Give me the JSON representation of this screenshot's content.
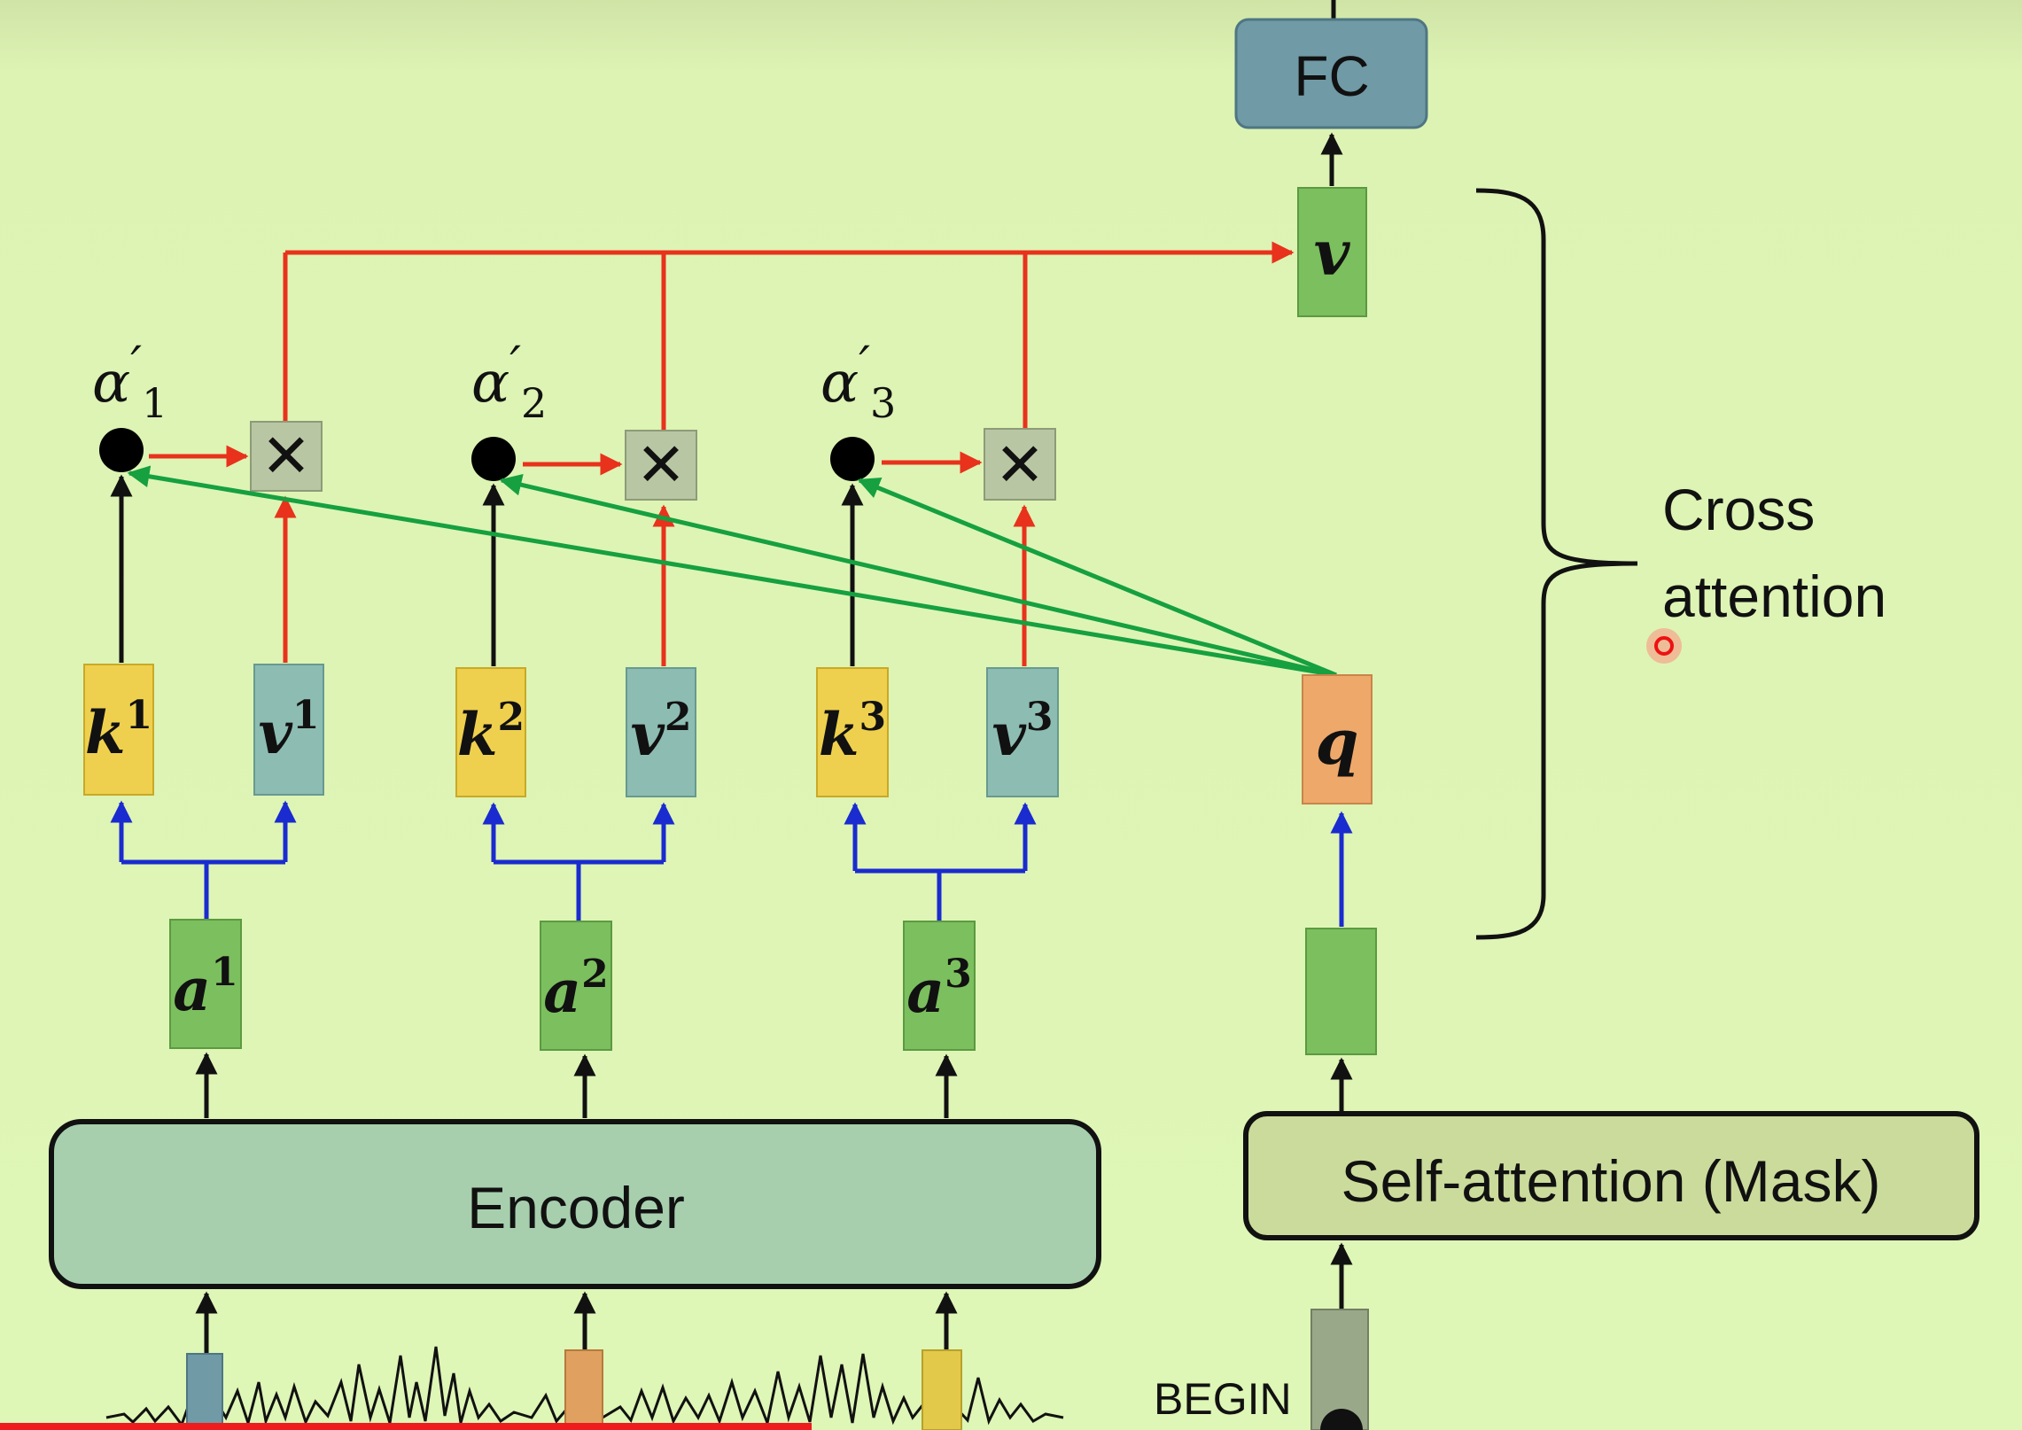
{
  "title_fc": "FC",
  "output_v": "v",
  "query": "q",
  "cross_attention": {
    "line1": "Cross",
    "line2": "attention"
  },
  "alphas": [
    {
      "base": "α",
      "prime": "′",
      "sub": "1"
    },
    {
      "base": "α",
      "prime": "′",
      "sub": "2"
    },
    {
      "base": "α",
      "prime": "′",
      "sub": "3"
    }
  ],
  "keys": [
    {
      "base": "k",
      "sup": "1"
    },
    {
      "base": "k",
      "sup": "2"
    },
    {
      "base": "k",
      "sup": "3"
    }
  ],
  "values": [
    {
      "base": "v",
      "sup": "1"
    },
    {
      "base": "v",
      "sup": "2"
    },
    {
      "base": "v",
      "sup": "3"
    }
  ],
  "inputs": [
    {
      "base": "a",
      "sup": "1"
    },
    {
      "base": "a",
      "sup": "2"
    },
    {
      "base": "a",
      "sup": "3"
    }
  ],
  "multiply_symbol": "✕",
  "encoder_label": "Encoder",
  "self_attention_label": "Self-attention (Mask)",
  "begin_label": "BEGIN",
  "colors": {
    "key_box": "#efd04e",
    "value_box": "#8dbcb2",
    "input_box": "#7cbf5e",
    "query_box": "#eea86a",
    "fc_box": "#6f9aa6",
    "multiply_box": "#b9c6a3",
    "red_arrow": "#e8321c",
    "green_arrow": "#16a040",
    "blue_arrow": "#1a2bd0",
    "encoder_fill": "#a7cfae",
    "self_attn_fill": "#cbdb9b",
    "progress_bar": "#ee1c1c"
  }
}
